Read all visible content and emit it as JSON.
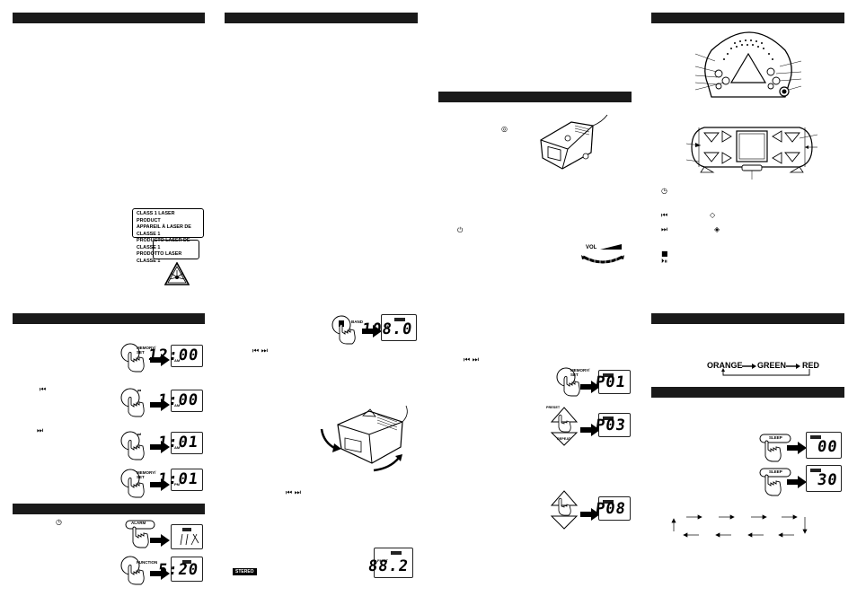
{
  "laser_label": {
    "lines": [
      "CLASS 1 LASER PRODUCT",
      "APPAREIL À LASER DE CLASSE 1",
      "PRODUCTO LASER DE CLASSE 1",
      "PRODOTTO LASER CLASSE 1"
    ]
  },
  "clock_set": {
    "memory_set_label": "MEMORY/ SET",
    "prev_label": "⏮",
    "next_label": "⏭",
    "display1": "12:00",
    "display2": "1:00",
    "display3": "1:01",
    "display4": "1:01"
  },
  "alarm": {
    "button1_label": "ALARM",
    "button2_label": "FUNCTION",
    "display2": "5:20",
    "clock_symbol": "◷"
  },
  "radio": {
    "band_label": "BAND",
    "display_band": "108.0",
    "skip_symbols": "⏮  ⏭",
    "skip_symbols2": "⏮  ⏭",
    "stereo_label": "STEREO",
    "display_stereo": "88.2"
  },
  "cd": {
    "power_symbol": "⏻",
    "open_symbol": "◎",
    "vol_label": "VOL",
    "skip_symbols": "⏮  ⏭",
    "memory_set_label": "MEMORY/ SET",
    "display_p01": "P01",
    "display_p03": "P03",
    "display_p08": "P08",
    "preset_label": "PRESET",
    "repeat_label": "REPEAT"
  },
  "controls_legend": {
    "clock_symbol": "◷",
    "prev_symbol": "⏮",
    "next_symbol": "⏭",
    "stop_symbol": "■",
    "play_symbol": "⏵⏸",
    "diamond_symbol": "◇",
    "target_symbol": "◈"
  },
  "light_sequence": {
    "orange": "ORANGE",
    "green": "GREEN",
    "red": "RED"
  },
  "sleep": {
    "button_label": "SLEEP",
    "display1": "00",
    "display2": "30"
  }
}
